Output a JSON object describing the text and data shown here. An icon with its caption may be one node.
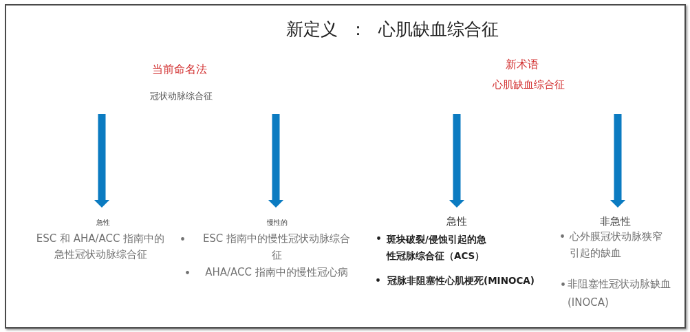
{
  "diagram": {
    "title": "新定义 ： 心肌缺血综合征",
    "nodes": [
      {
        "text": [
          "当前命名法",
          "冠状动脉综合征"
        ]
      },
      {
        "text": [
          "新术语",
          "心肌缺血综合征"
        ]
      },
      {
        "text": [
          "急性",
          "ESC 和 AHA/ACC 指南中的急性冠状动脉综合征"
        ]
      },
      {
        "text": [
          "慢性的",
          "ESC 指南中的慢性冠状动脉综合征",
          "AHA/ACC 指南中的慢性冠心病"
        ]
      },
      {
        "text": [
          "急性",
          "斑块破裂/侵蚀引起的急性冠脉综合征（ACS）",
          "冠脉非阻塞性心肌梗死(MINOCA)"
        ]
      },
      {
        "text": [
          "非急性",
          "心外膜冠状动脉狭窄引起的缺血",
          "非阻塞性冠状动脉缺血(INOCA)"
        ]
      }
    ],
    "edges": [
      {
        "from": null,
        "to": 2,
        "arrow": "to"
      },
      {
        "from": null,
        "to": 3,
        "arrow": "to"
      },
      {
        "from": null,
        "to": 4,
        "arrow": "to"
      },
      {
        "from": null,
        "to": 5,
        "arrow": "to"
      }
    ]
  }
}
